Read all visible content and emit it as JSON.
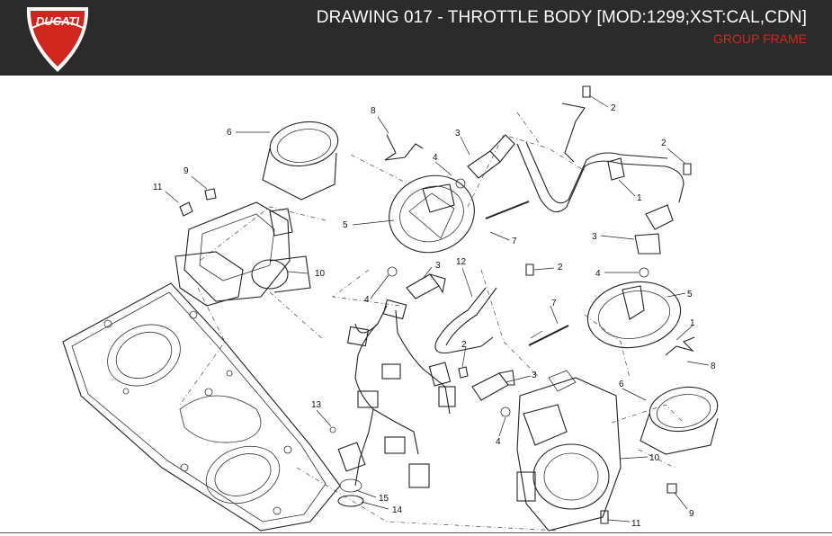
{
  "header": {
    "title": "DRAWING 017 - THROTTLE BODY [MOD:1299;XST:CAL,CDN]",
    "subtitle": "GROUP FRAME",
    "logo_text": "DUCATI",
    "brand_color": "#d0261e",
    "header_bg": "#2b2b2b"
  },
  "callouts": [
    {
      "id": "c1a",
      "label": "1"
    },
    {
      "id": "c1b",
      "label": "1"
    },
    {
      "id": "c2a",
      "label": "2"
    },
    {
      "id": "c2b",
      "label": "2"
    },
    {
      "id": "c2c",
      "label": "2"
    },
    {
      "id": "c2d",
      "label": "2"
    },
    {
      "id": "c3a",
      "label": "3"
    },
    {
      "id": "c3b",
      "label": "3"
    },
    {
      "id": "c3c",
      "label": "3"
    },
    {
      "id": "c3d",
      "label": "3"
    },
    {
      "id": "c4a",
      "label": "4"
    },
    {
      "id": "c4b",
      "label": "4"
    },
    {
      "id": "c4c",
      "label": "4"
    },
    {
      "id": "c4d",
      "label": "4"
    },
    {
      "id": "c5a",
      "label": "5"
    },
    {
      "id": "c5b",
      "label": "5"
    },
    {
      "id": "c6a",
      "label": "6"
    },
    {
      "id": "c6b",
      "label": "6"
    },
    {
      "id": "c7a",
      "label": "7"
    },
    {
      "id": "c7b",
      "label": "7"
    },
    {
      "id": "c8a",
      "label": "8"
    },
    {
      "id": "c8b",
      "label": "8"
    },
    {
      "id": "c9a",
      "label": "9"
    },
    {
      "id": "c9b",
      "label": "9"
    },
    {
      "id": "c10a",
      "label": "10"
    },
    {
      "id": "c10b",
      "label": "10"
    },
    {
      "id": "c11a",
      "label": "11"
    },
    {
      "id": "c11b",
      "label": "11"
    },
    {
      "id": "c12",
      "label": "12"
    },
    {
      "id": "c13",
      "label": "13"
    },
    {
      "id": "c14",
      "label": "14"
    },
    {
      "id": "c15",
      "label": "15"
    }
  ]
}
